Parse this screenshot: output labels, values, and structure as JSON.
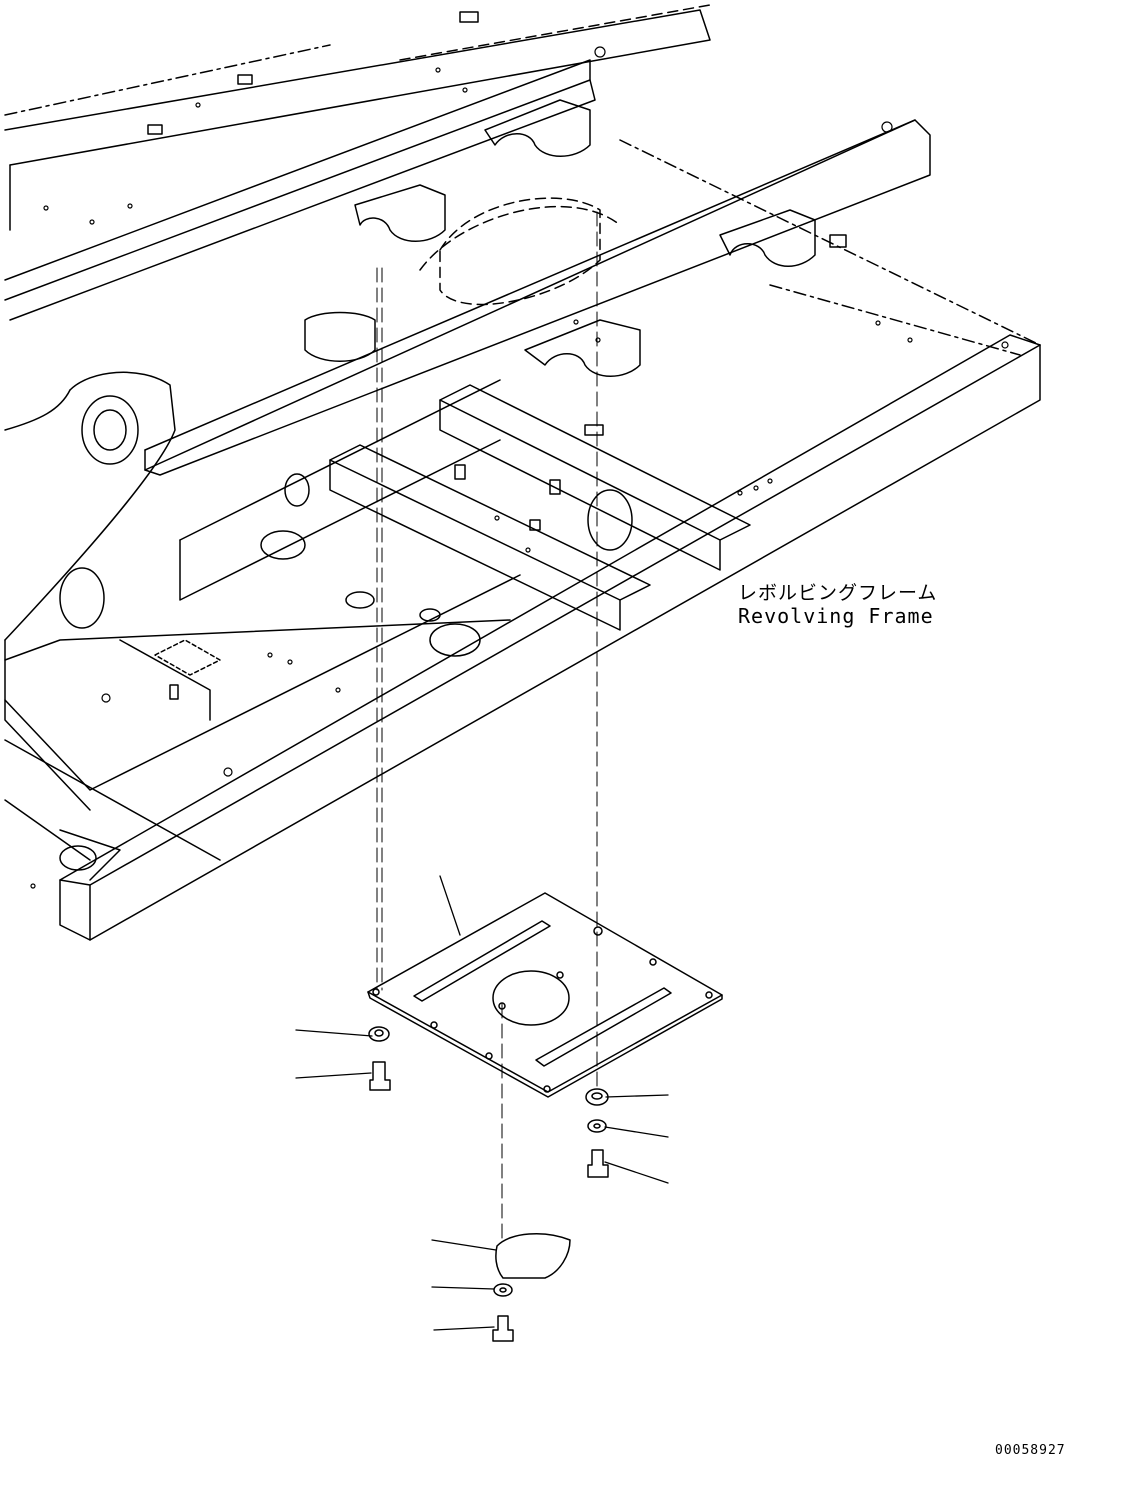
{
  "labels": {
    "component_jp": "レボルビングフレーム",
    "component_en": "Revolving Frame"
  },
  "drawing_number": "00058927"
}
